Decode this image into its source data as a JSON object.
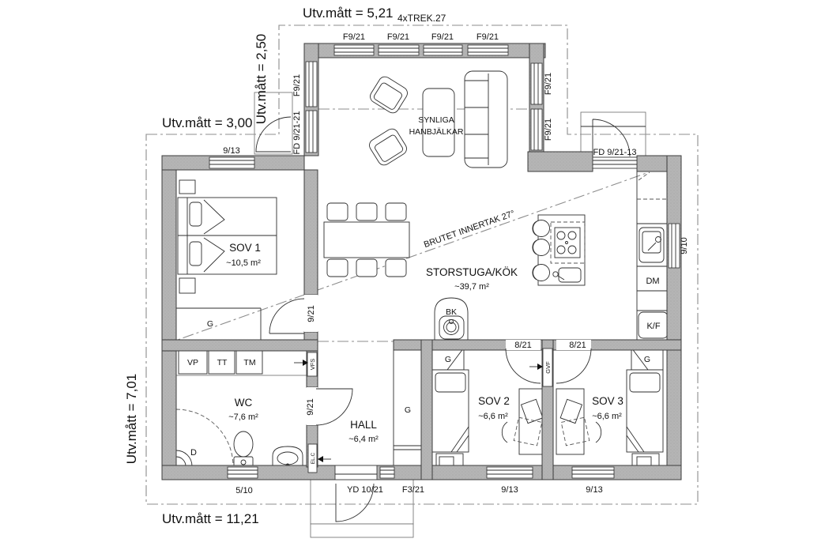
{
  "plan": {
    "dimensions": {
      "top": "Utv.mått = 5,21",
      "top_note": "4xTREK.27",
      "upper_left_v": "Utv.mått = 2,50",
      "upper_left": "Utv.mått = 3,00",
      "left": "Utv.mått = 7,01",
      "bottom": "Utv.mått = 11,21"
    },
    "openings": {
      "top_windows": [
        "F9/21",
        "F9/21",
        "F9/21",
        "F9/21"
      ],
      "left_window": "F9/21",
      "left_door": "FD 9/21-21",
      "right_windows": [
        "F9/21",
        "F9/21"
      ],
      "north_window": "9/13",
      "north_entry": "FD 9/21-13",
      "east_window": "9/10",
      "sov1_door": "9/21",
      "wc_door": "9/21",
      "sov2_door": "8/21",
      "sov3_door": "8/21",
      "bath_window": "5/10",
      "front_door": "YD 10/21",
      "front_window": "F3/21",
      "sov2_window": "9/13",
      "sov3_window": "9/13"
    },
    "rooms": {
      "sov1": {
        "name": "SOV 1",
        "area": "~10,5 m²"
      },
      "storstuga": {
        "name": "STORSTUGA/KÖK",
        "area": "~39,7 m²"
      },
      "wc": {
        "name": "WC",
        "area": "~7,6 m²"
      },
      "hall": {
        "name": "HALL",
        "area": "~6,4 m²"
      },
      "sov2": {
        "name": "SOV 2",
        "area": "~6,6 m²"
      },
      "sov3": {
        "name": "SOV 3",
        "area": "~6,6 m²"
      }
    },
    "labels": {
      "beams_1": "SYNLIGA",
      "beams_2": "HANBJÄLKAR",
      "ceiling": "BRUTET INNERTAK 27°",
      "stove": "BK",
      "shower": "D",
      "wardrobe": "G",
      "heat_pump": "VP",
      "dryer": "TT",
      "washer": "TM",
      "dishwasher": "DM",
      "fridge_freezer": "K/F",
      "vent_vfs": "VFS",
      "vent_gvf": "GVF",
      "electrical": "EL.C"
    }
  }
}
